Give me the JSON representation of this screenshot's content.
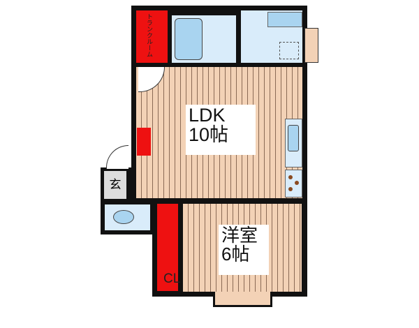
{
  "rooms": {
    "ldk": {
      "name": "LDK",
      "size": "10帖"
    },
    "western": {
      "name": "洋室",
      "size": "6帖"
    },
    "trunk_room": {
      "name": "トランクルーム"
    },
    "closet": {
      "name": "CL"
    },
    "entrance": {
      "name": "玄"
    }
  },
  "colors": {
    "storage": "#ee1111",
    "floor": "#f3d2b6",
    "wet_area": "#d9ecfa",
    "wall": "#111111"
  }
}
